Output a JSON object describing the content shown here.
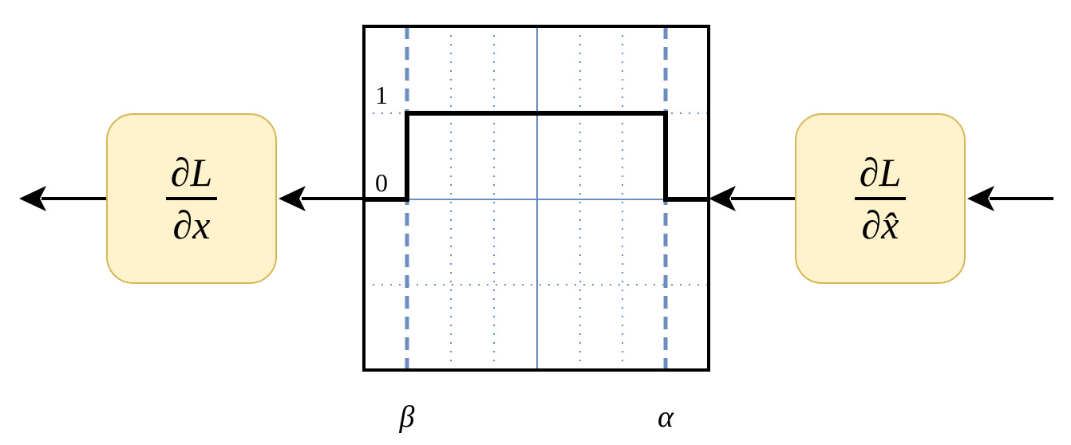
{
  "left_block": {
    "numerator": "∂L",
    "denominator": "∂x"
  },
  "right_block": {
    "numerator": "∂L",
    "denominator": "∂x̂"
  },
  "plot": {
    "y_tick_top": "1",
    "y_tick_bottom": "0",
    "x_label_left": "β",
    "x_label_right": "α",
    "values": {
      "outside": 0,
      "inside": 1
    }
  },
  "colors": {
    "block_fill": "#fff2cc",
    "block_stroke": "#d6b656",
    "grid": "#6c8ebf",
    "signal": "#000000"
  }
}
